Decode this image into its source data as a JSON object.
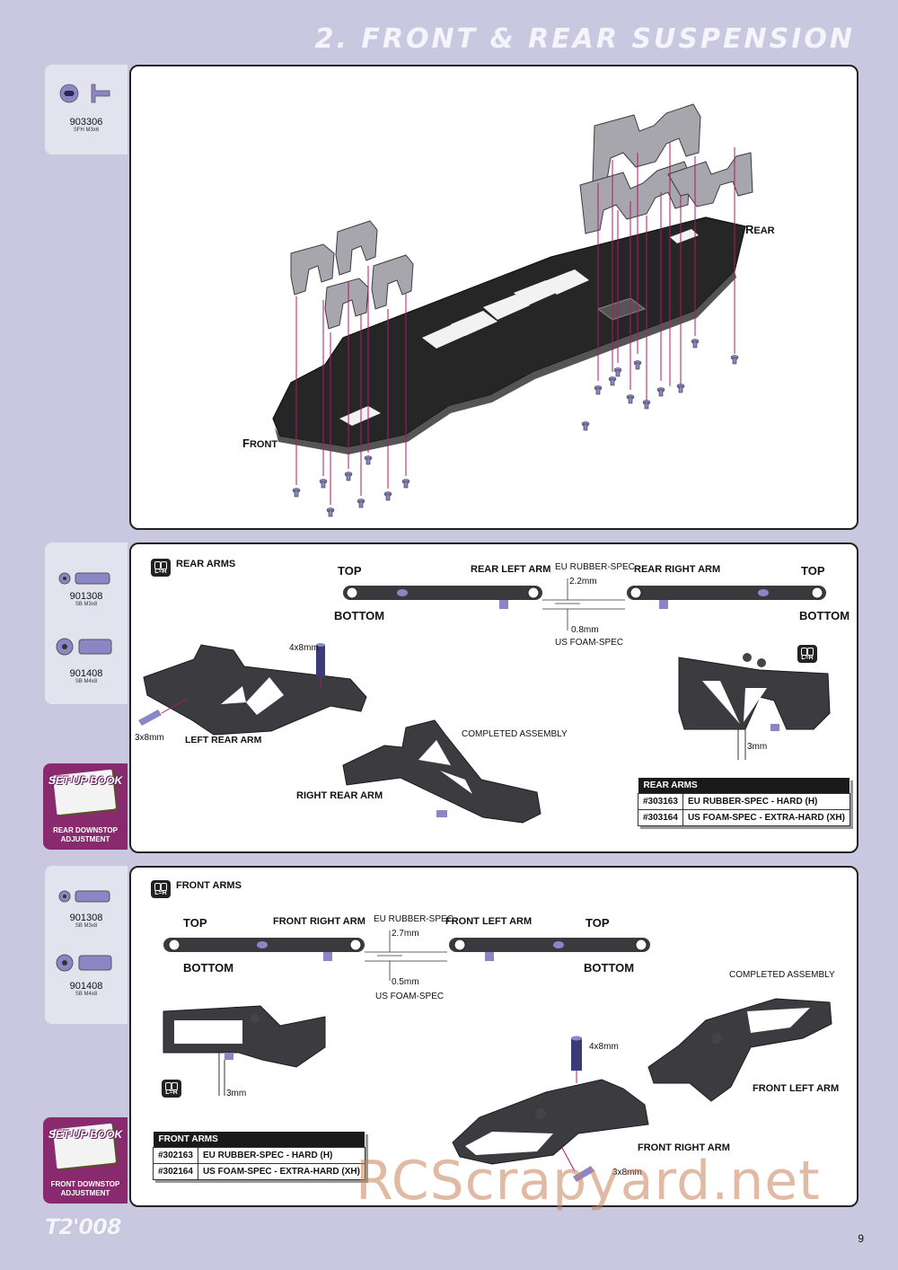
{
  "header": {
    "title": "2. FRONT & REAR SUSPENSION"
  },
  "section1": {
    "parts": [
      {
        "code": "903306",
        "desc": "SFH M3x6"
      }
    ],
    "labels": {
      "front": "FRONT",
      "front_first": "F",
      "front_rest": "RONT",
      "rear": "REAR",
      "rear_first": "R",
      "rear_rest": "EAR"
    }
  },
  "section2": {
    "parts": [
      {
        "code": "901308",
        "desc": "SB M3x8"
      },
      {
        "code": "901408",
        "desc": "SB M4x8"
      }
    ],
    "setup": {
      "book": "SET-UP BOOK",
      "caption_l1": "REAR DOWNSTOP",
      "caption_l2": "ADJUSTMENT"
    },
    "badge": "L=R",
    "heading": "REAR ARMS",
    "top": "TOP",
    "bottom": "BOTTOM",
    "left_arm": "REAR LEFT ARM",
    "right_arm": "REAR RIGHT ARM",
    "eu_spec": "EU RUBBER-SPEC",
    "eu_dim": "2.2mm",
    "us_dim": "0.8mm",
    "us_spec": "US FOAM-SPEC",
    "dim_4x8": "4x8mm",
    "dim_3x8": "3x8mm",
    "dim_3mm": "3mm",
    "left_rear_arm": "LEFT REAR ARM",
    "right_rear_arm": "RIGHT REAR ARM",
    "completed": "COMPLETED ASSEMBLY",
    "table": {
      "title": "REAR ARMS",
      "rows": [
        {
          "part": "#303163",
          "desc": "EU RUBBER-SPEC - HARD (H)"
        },
        {
          "part": "#303164",
          "desc": "US FOAM-SPEC - EXTRA-HARD (XH)"
        }
      ]
    }
  },
  "section3": {
    "parts": [
      {
        "code": "901308",
        "desc": "SB M3x8"
      },
      {
        "code": "901408",
        "desc": "SB M4x8"
      }
    ],
    "setup": {
      "book": "SET-UP BOOK",
      "caption_l1": "FRONT DOWNSTOP",
      "caption_l2": "ADJUSTMENT"
    },
    "badge": "L=R",
    "heading": "FRONT ARMS",
    "top": "TOP",
    "bottom": "BOTTOM",
    "right_arm": "FRONT RIGHT ARM",
    "left_arm": "FRONT LEFT ARM",
    "eu_spec": "EU RUBBER-SPEC",
    "eu_dim": "2.7mm",
    "us_dim": "0.5mm",
    "us_spec": "US FOAM-SPEC",
    "dim_3mm": "3mm",
    "dim_4x8": "4x8mm",
    "dim_3x8": "3x8mm",
    "completed": "COMPLETED ASSEMBLY",
    "front_left_arm": "FRONT LEFT ARM",
    "front_right_arm": "FRONT RIGHT ARM",
    "table": {
      "title": "FRONT ARMS",
      "rows": [
        {
          "part": "#302163",
          "desc": "EU RUBBER-SPEC - HARD (H)"
        },
        {
          "part": "#302164",
          "desc": "US FOAM-SPEC - EXTRA-HARD (XH)"
        }
      ]
    }
  },
  "footer": {
    "logo": "T2'008",
    "page": "9",
    "watermark": "RCScrapyard.net"
  },
  "colors": {
    "background": "#c9c8e0",
    "accent": "#8a2a6e",
    "guide": "#b0186a",
    "part": "#8b86c6"
  }
}
